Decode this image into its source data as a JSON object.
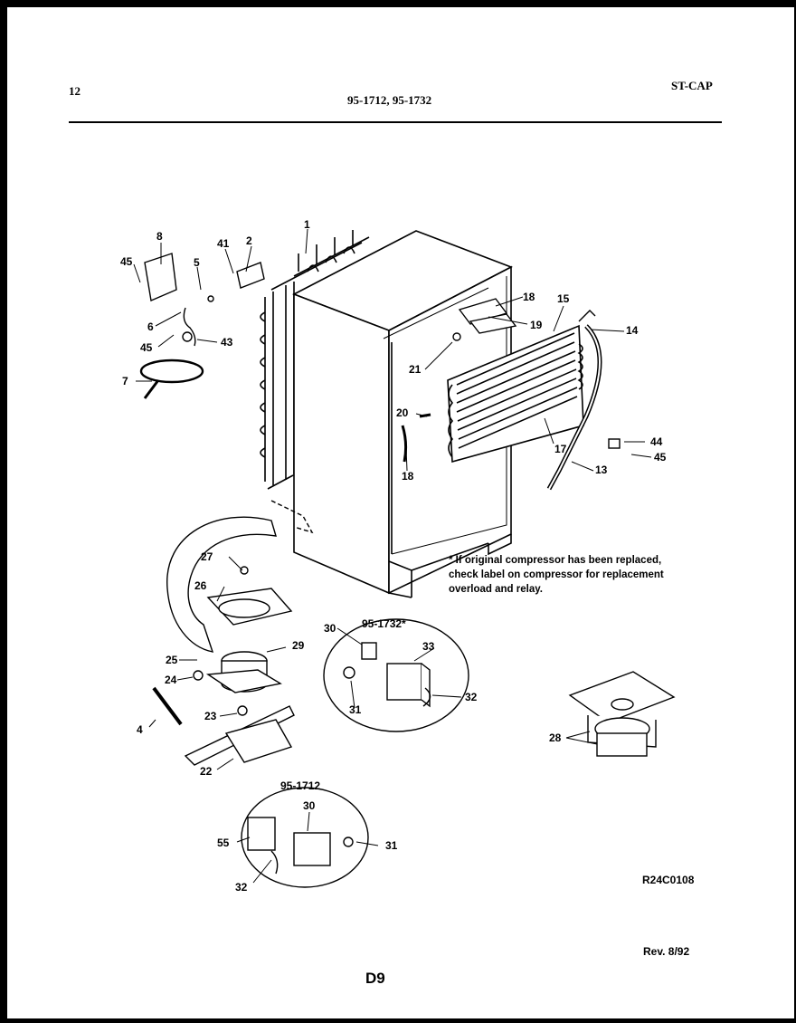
{
  "header": {
    "page_number": "12",
    "models": "95-1712, 95-1732",
    "section_code": "ST-CAP"
  },
  "callouts": {
    "c1": "1",
    "c2": "2",
    "c4": "4",
    "c5": "5",
    "c6": "6",
    "c7": "7",
    "c8": "8",
    "c13": "13",
    "c14": "14",
    "c15": "15",
    "c17": "17",
    "c18a": "18",
    "c18b": "18",
    "c19": "19",
    "c20": "20",
    "c21": "21",
    "c22": "22",
    "c23": "23",
    "c24": "24",
    "c25": "25",
    "c26": "26",
    "c27": "27",
    "c28": "28",
    "c29": "29",
    "c30a": "30",
    "c30b": "30",
    "c31a": "31",
    "c31b": "31",
    "c32a": "32",
    "c32b": "32",
    "c33": "33",
    "c41": "41",
    "c43": "43",
    "c44": "44",
    "c45a": "45",
    "c45b": "45",
    "c45c": "45",
    "c55": "55"
  },
  "inset_labels": {
    "upper": "95-1732*",
    "lower": "95-1712"
  },
  "note": "* If original compressor has been replaced, check label on compressor for replacement overload and relay.",
  "footer": {
    "drawing_ref": "R24C0108",
    "revision": "Rev. 8/92",
    "page_code": "D9"
  }
}
